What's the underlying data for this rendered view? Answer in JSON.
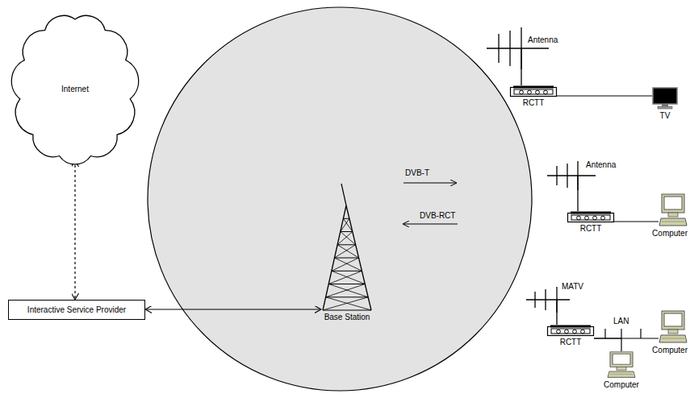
{
  "diagram": {
    "nodes": [
      {
        "text": [
          "Internet"
        ]
      },
      {
        "text": [
          "Interactive Service Provider"
        ]
      },
      {
        "text": [
          "Base Station"
        ]
      },
      {
        "text": [
          "RCTT"
        ]
      },
      {
        "text": [
          "TV"
        ]
      },
      {
        "text": [
          "RCTT"
        ]
      },
      {
        "text": [
          "Computer"
        ]
      },
      {
        "text": [
          "RCTT"
        ]
      },
      {
        "text": [
          "Computer"
        ]
      },
      {
        "text": [
          "Computer"
        ]
      }
    ],
    "edges": [
      {
        "from": 0,
        "to": 1,
        "arrow": "both"
      },
      {
        "from": 1,
        "to": 2,
        "arrow": "both"
      },
      {
        "from": 3,
        "to": 4,
        "arrow": "none"
      },
      {
        "from": 5,
        "to": 6,
        "arrow": "none"
      },
      {
        "from": 7,
        "to": 8,
        "arrow": "none"
      },
      {
        "from": 7,
        "to": 9,
        "arrow": "none"
      }
    ],
    "labels": [
      "DVB-T",
      "DVB-RCT",
      "Antenna",
      "Antenna",
      "MATV",
      "LAN"
    ]
  }
}
